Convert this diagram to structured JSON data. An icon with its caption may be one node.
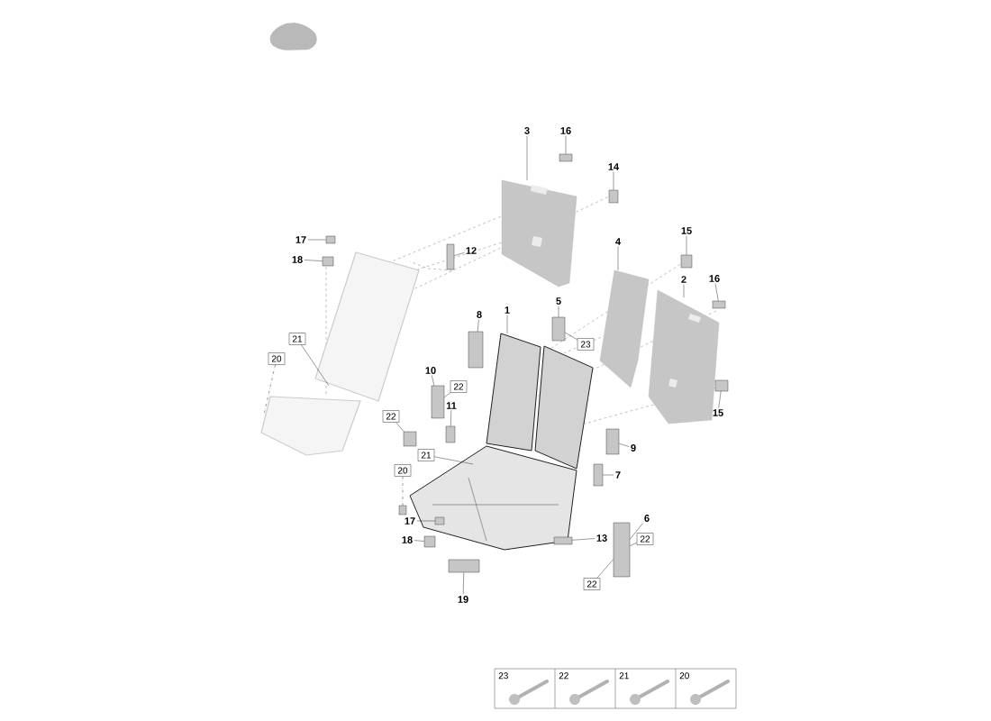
{
  "diagram": {
    "nodes": [
      {
        "text": [
          "3"
        ]
      },
      {
        "text": [
          "16"
        ]
      },
      {
        "text": [
          "14"
        ]
      },
      {
        "text": [
          "17"
        ]
      },
      {
        "text": [
          "18"
        ]
      },
      {
        "text": [
          "12"
        ]
      },
      {
        "text": [
          "4"
        ]
      },
      {
        "text": [
          "15"
        ]
      },
      {
        "text": [
          "2"
        ]
      },
      {
        "text": [
          "16"
        ]
      },
      {
        "text": [
          "21"
        ]
      },
      {
        "text": [
          "20"
        ]
      },
      {
        "text": [
          "8"
        ]
      },
      {
        "text": [
          "1"
        ]
      },
      {
        "text": [
          "5"
        ]
      },
      {
        "text": [
          "23"
        ]
      },
      {
        "text": [
          "10"
        ]
      },
      {
        "text": [
          "22"
        ]
      },
      {
        "text": [
          "11"
        ]
      },
      {
        "text": [
          "22"
        ]
      },
      {
        "text": [
          "15"
        ]
      },
      {
        "text": [
          "9"
        ]
      },
      {
        "text": [
          "21"
        ]
      },
      {
        "text": [
          "20"
        ]
      },
      {
        "text": [
          "7"
        ]
      },
      {
        "text": [
          "17"
        ]
      },
      {
        "text": [
          "6"
        ]
      },
      {
        "text": [
          "18"
        ]
      },
      {
        "text": [
          "22"
        ]
      },
      {
        "text": [
          "13"
        ]
      },
      {
        "text": [
          "22"
        ]
      },
      {
        "text": [
          "19"
        ]
      },
      {
        "text": [],
        "shape": "box"
      },
      {
        "text": [],
        "shape": "box"
      },
      {
        "text": [],
        "shape": "box"
      },
      {
        "text": [],
        "shape": "box"
      },
      {
        "text": [],
        "shape": "box"
      },
      {
        "text": [],
        "shape": "box"
      },
      {
        "text": [],
        "shape": "box"
      },
      {
        "text": [],
        "shape": "box"
      },
      {
        "text": [],
        "shape": "box"
      },
      {
        "text": [],
        "shape": "box"
      },
      {
        "text": [],
        "shape": "box"
      },
      {
        "text": [],
        "shape": "box"
      },
      {
        "text": [],
        "shape": "box"
      },
      {
        "text": [],
        "shape": "box"
      },
      {
        "text": [],
        "shape": "box"
      },
      {
        "text": [],
        "shape": "box"
      },
      {
        "text": [],
        "shape": "box"
      },
      {
        "text": [],
        "shape": "box"
      },
      {
        "text": [],
        "shape": "box"
      },
      {
        "text": [],
        "shape": "box"
      },
      {
        "text": [],
        "shape": "box"
      }
    ],
    "edges": [
      {
        "from": 0,
        "to": null,
        "arrow": "none"
      },
      {
        "from": 1,
        "to": 32,
        "arrow": "none"
      },
      {
        "from": 2,
        "to": 33,
        "arrow": "none"
      },
      {
        "from": 3,
        "to": 34,
        "arrow": "none"
      },
      {
        "from": 4,
        "to": 35,
        "arrow": "none"
      },
      {
        "from": 5,
        "to": 36,
        "arrow": "none"
      },
      {
        "from": 6,
        "to": null,
        "arrow": "none"
      },
      {
        "from": 7,
        "to": 37,
        "arrow": "none"
      },
      {
        "from": 8,
        "to": null,
        "arrow": "none"
      },
      {
        "from": 9,
        "to": 38,
        "arrow": "none"
      },
      {
        "from": 10,
        "to": null,
        "arrow": "none"
      },
      {
        "from": 11,
        "to": null,
        "arrow": "none",
        "style": "dashed"
      },
      {
        "from": 12,
        "to": 39,
        "arrow": "none"
      },
      {
        "from": 13,
        "to": null,
        "arrow": "none"
      },
      {
        "from": 14,
        "to": 40,
        "arrow": "none"
      },
      {
        "from": 15,
        "to": 40,
        "arrow": "none"
      },
      {
        "from": 16,
        "to": 41,
        "arrow": "none"
      },
      {
        "from": 17,
        "to": 41,
        "arrow": "none"
      },
      {
        "from": 18,
        "to": 42,
        "arrow": "none"
      },
      {
        "from": 19,
        "to": 43,
        "arrow": "none"
      },
      {
        "from": 20,
        "to": 44,
        "arrow": "none"
      },
      {
        "from": 21,
        "to": 45,
        "arrow": "none"
      },
      {
        "from": 22,
        "to": null,
        "arrow": "none"
      },
      {
        "from": 23,
        "to": 46,
        "arrow": "none",
        "style": "dashed"
      },
      {
        "from": 24,
        "to": 47,
        "arrow": "none"
      },
      {
        "from": 25,
        "to": 48,
        "arrow": "none"
      },
      {
        "from": 26,
        "to": 49,
        "arrow": "none"
      },
      {
        "from": 27,
        "to": 51,
        "arrow": "none"
      },
      {
        "from": 28,
        "to": 49,
        "arrow": "none"
      },
      {
        "from": 29,
        "to": 50,
        "arrow": "none"
      },
      {
        "from": 30,
        "to": 49,
        "arrow": "none"
      },
      {
        "from": 31,
        "to": 52,
        "arrow": "none"
      }
    ],
    "labels": [
      "23",
      "22",
      "21",
      "20"
    ]
  }
}
